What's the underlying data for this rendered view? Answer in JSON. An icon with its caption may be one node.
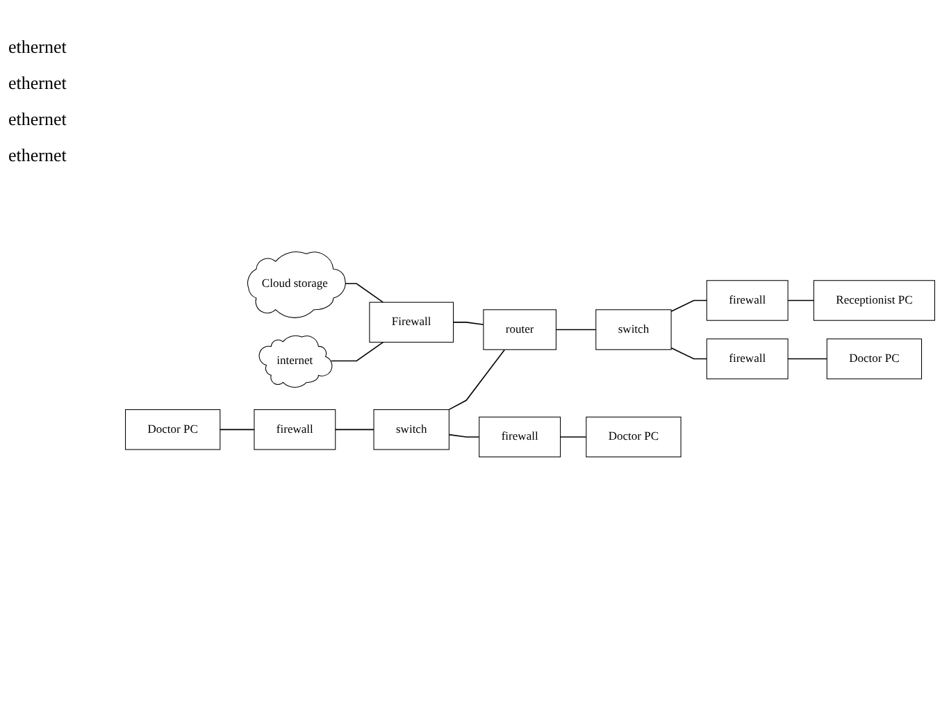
{
  "diagram": {
    "nodes": [
      {
        "text": [
          "Cloud storage"
        ]
      },
      {
        "text": [
          "internet"
        ]
      },
      {
        "text": [
          "Doctor PC"
        ]
      },
      {
        "text": [
          "firewall"
        ]
      },
      {
        "text": [
          "Firewall"
        ]
      },
      {
        "text": [
          "Receptionist PC"
        ]
      },
      {
        "text": [
          "switch"
        ]
      },
      {
        "text": [
          "router"
        ]
      },
      {
        "text": [
          "firewall"
        ]
      },
      {
        "text": [
          "firewall"
        ]
      },
      {
        "text": [
          "switch"
        ]
      },
      {
        "text": [
          "firewall"
        ]
      },
      {
        "text": [
          "Doctor PC"
        ]
      },
      {
        "text": [
          "Doctor PC"
        ]
      }
    ],
    "edges": [
      {
        "from": 2,
        "to": 3,
        "arrow": "none"
      },
      {
        "from": 3,
        "to": 6,
        "arrow": "none"
      },
      {
        "from": 6,
        "to": 7,
        "arrow": "none"
      },
      {
        "from": 6,
        "to": 9,
        "arrow": "none"
      },
      {
        "from": 9,
        "to": 12,
        "arrow": "none"
      },
      {
        "from": 0,
        "to": 4,
        "arrow": "none"
      },
      {
        "from": 1,
        "to": 4,
        "arrow": "none"
      },
      {
        "from": 4,
        "to": 7,
        "arrow": "none"
      },
      {
        "from": 7,
        "to": 10,
        "arrow": "none"
      },
      {
        "from": 10,
        "to": 8,
        "arrow": "none"
      },
      {
        "from": 8,
        "to": 5,
        "arrow": "none"
      },
      {
        "from": 10,
        "to": 11,
        "arrow": "none"
      },
      {
        "from": 11,
        "to": 13,
        "arrow": "none"
      }
    ],
    "labels": [
      "ethernet",
      "ethernet",
      "ethernet",
      "ethernet"
    ]
  }
}
